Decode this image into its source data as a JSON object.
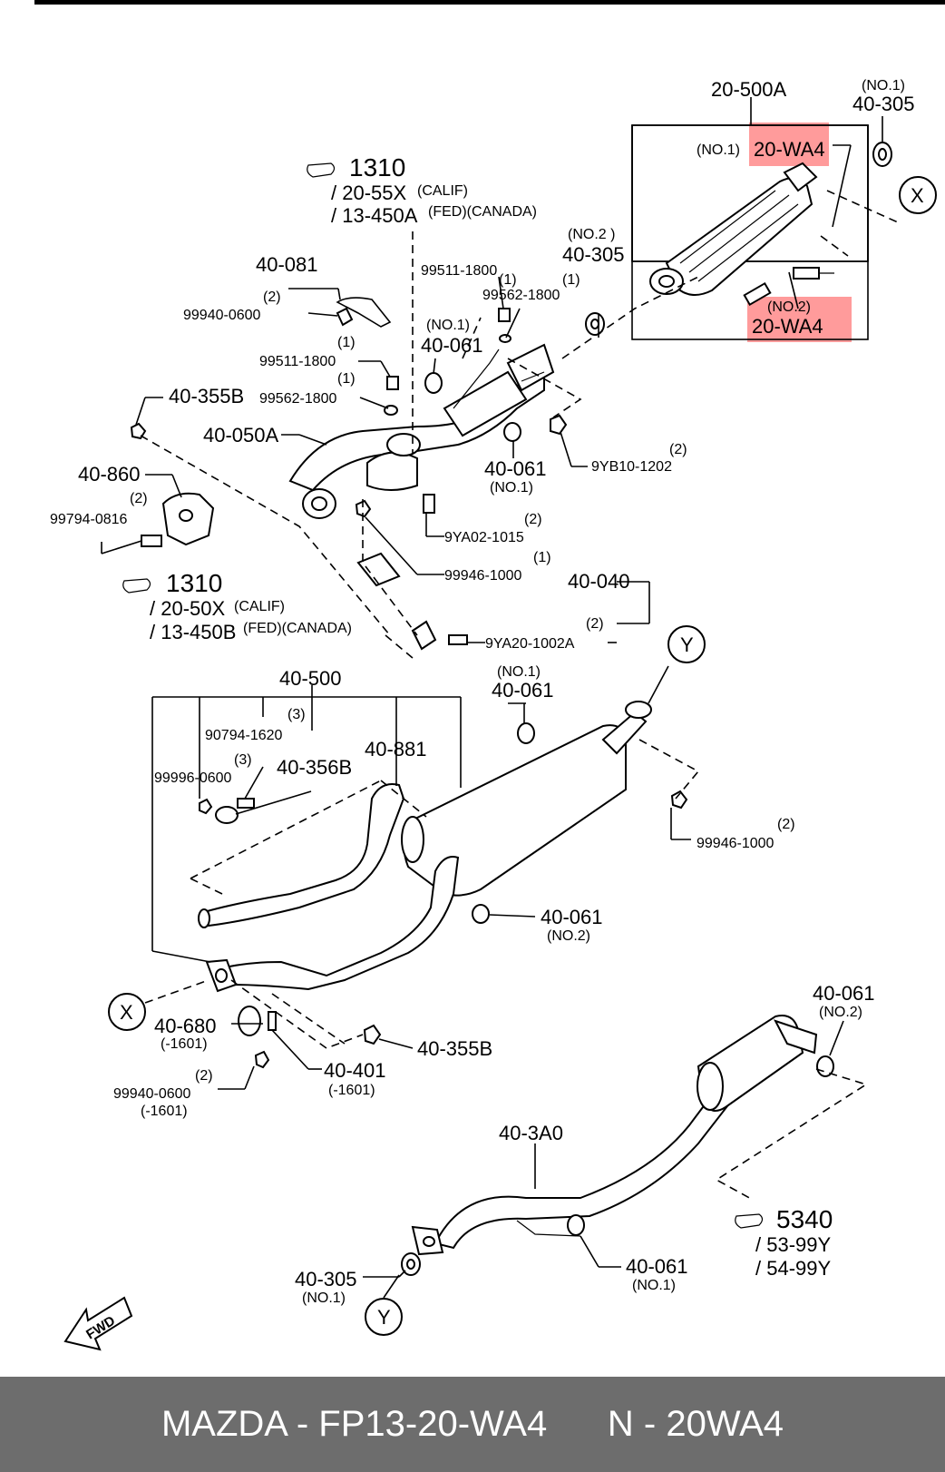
{
  "highlight_color": "#ff8a8a",
  "footer": {
    "brand_part": "MAZDA - FP13-20-WA4",
    "n_part": "N - 20WA4"
  },
  "labels": {
    "l_20500A": "20-500A",
    "l_no1_a": "(NO.1)",
    "l_40305_a": "40-305",
    "l_no1_b": "(NO.1)",
    "l_20WA4_a": "20-WA4",
    "l_X_a": "X",
    "l_no2_a": "(NO.2)",
    "l_20WA4_b": "20-WA4",
    "l_1310_a": "1310",
    "l_2055X": "/ 20-55X",
    "l_calif_a": "(CALIF)",
    "l_13450A": "/ 13-450A",
    "l_fedcan_a": "(FED)(CANADA)",
    "l_no2_b": "(NO.2 )",
    "l_40305_b": "40-305",
    "l_1_a": "(1)",
    "l_99511_a": "99511-1800",
    "l_1_b": "(1)",
    "l_99562_a": "99562-1800",
    "l_40081": "40-081",
    "l_2_a": "(2)",
    "l_99940_a": "99940-0600",
    "l_no1_c": "(NO.1)",
    "l_40061_a": "40-061",
    "l_1_c": "(1)",
    "l_99511_b": "99511-1800",
    "l_1_d": "(1)",
    "l_99562_b": "99562-1800",
    "l_40355B_a": "40-355B",
    "l_40050A": "40-050A",
    "l_2_b": "(2)",
    "l_9YB10": "9YB10-1202",
    "l_40061_b": "40-061",
    "l_no1_d": "(NO.1)",
    "l_40860": "40-860",
    "l_2_c": "(2)",
    "l_99794": "99794-0816",
    "l_2_d": "(2)",
    "l_9YA02": "9YA02-1015",
    "l_1_e": "(1)",
    "l_99946_a": "99946-1000",
    "l_1310_b": "1310",
    "l_2050X": "/ 20-50X",
    "l_calif_b": "(CALIF)",
    "l_13450B": "/ 13-450B",
    "l_fedcan_b": "(FED)(CANADA)",
    "l_40040": "40-040",
    "l_2_e": "(2)",
    "l_9YA20": "9YA20-1002A",
    "l_Y_a": "Y",
    "l_40500": "40-500",
    "l_3_a": "(3)",
    "l_90794": "90794-1620",
    "l_3_b": "(3)",
    "l_99996": "99996-0600",
    "l_40356B": "40-356B",
    "l_40881": "40-881",
    "l_no1_e": "(NO.1)",
    "l_40061_c": "40-061",
    "l_2_f": "(2)",
    "l_99946_b": "99946-1000",
    "l_40061_d": "40-061",
    "l_no2_c": "(NO.2)",
    "l_X_b": "X",
    "l_40680": "40-680",
    "l_1601_a": "(-1601)",
    "l_40355B_b": "40-355B",
    "l_2_g": "(2)",
    "l_99940_b": "99940-0600",
    "l_1601_b": "(-1601)",
    "l_40401": "40-401",
    "l_1601_c": "(-1601)",
    "l_40061_e": "40-061",
    "l_no2_d": "(NO.2)",
    "l_403A0": "40-3A0",
    "l_5340": "5340",
    "l_5399Y": "/ 53-99Y",
    "l_5499Y": "/ 54-99Y",
    "l_40305_c": "40-305",
    "l_no1_f": "(NO.1)",
    "l_40061_f": "40-061",
    "l_no1_g": "(NO.1)",
    "l_Y_b": "Y",
    "l_fwd": "FWD"
  }
}
